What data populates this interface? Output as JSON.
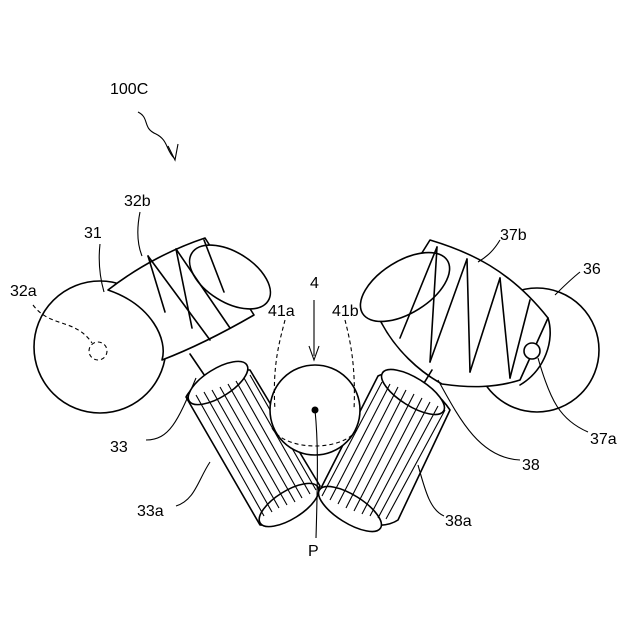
{
  "figure": {
    "labels": {
      "device": "100C",
      "roller_left": "31",
      "axis_left": "32a",
      "belt_left": "32b",
      "cylinder_left": "33",
      "cylinder_left_surface": "33a",
      "roller_right": "36",
      "axis_right": "37a",
      "belt_right": "37b",
      "cylinder_right": "38",
      "cylinder_right_surface": "38a",
      "center_sphere": "4",
      "sphere_side_left": "41a",
      "sphere_side_right": "41b",
      "contact_point": "P"
    }
  }
}
